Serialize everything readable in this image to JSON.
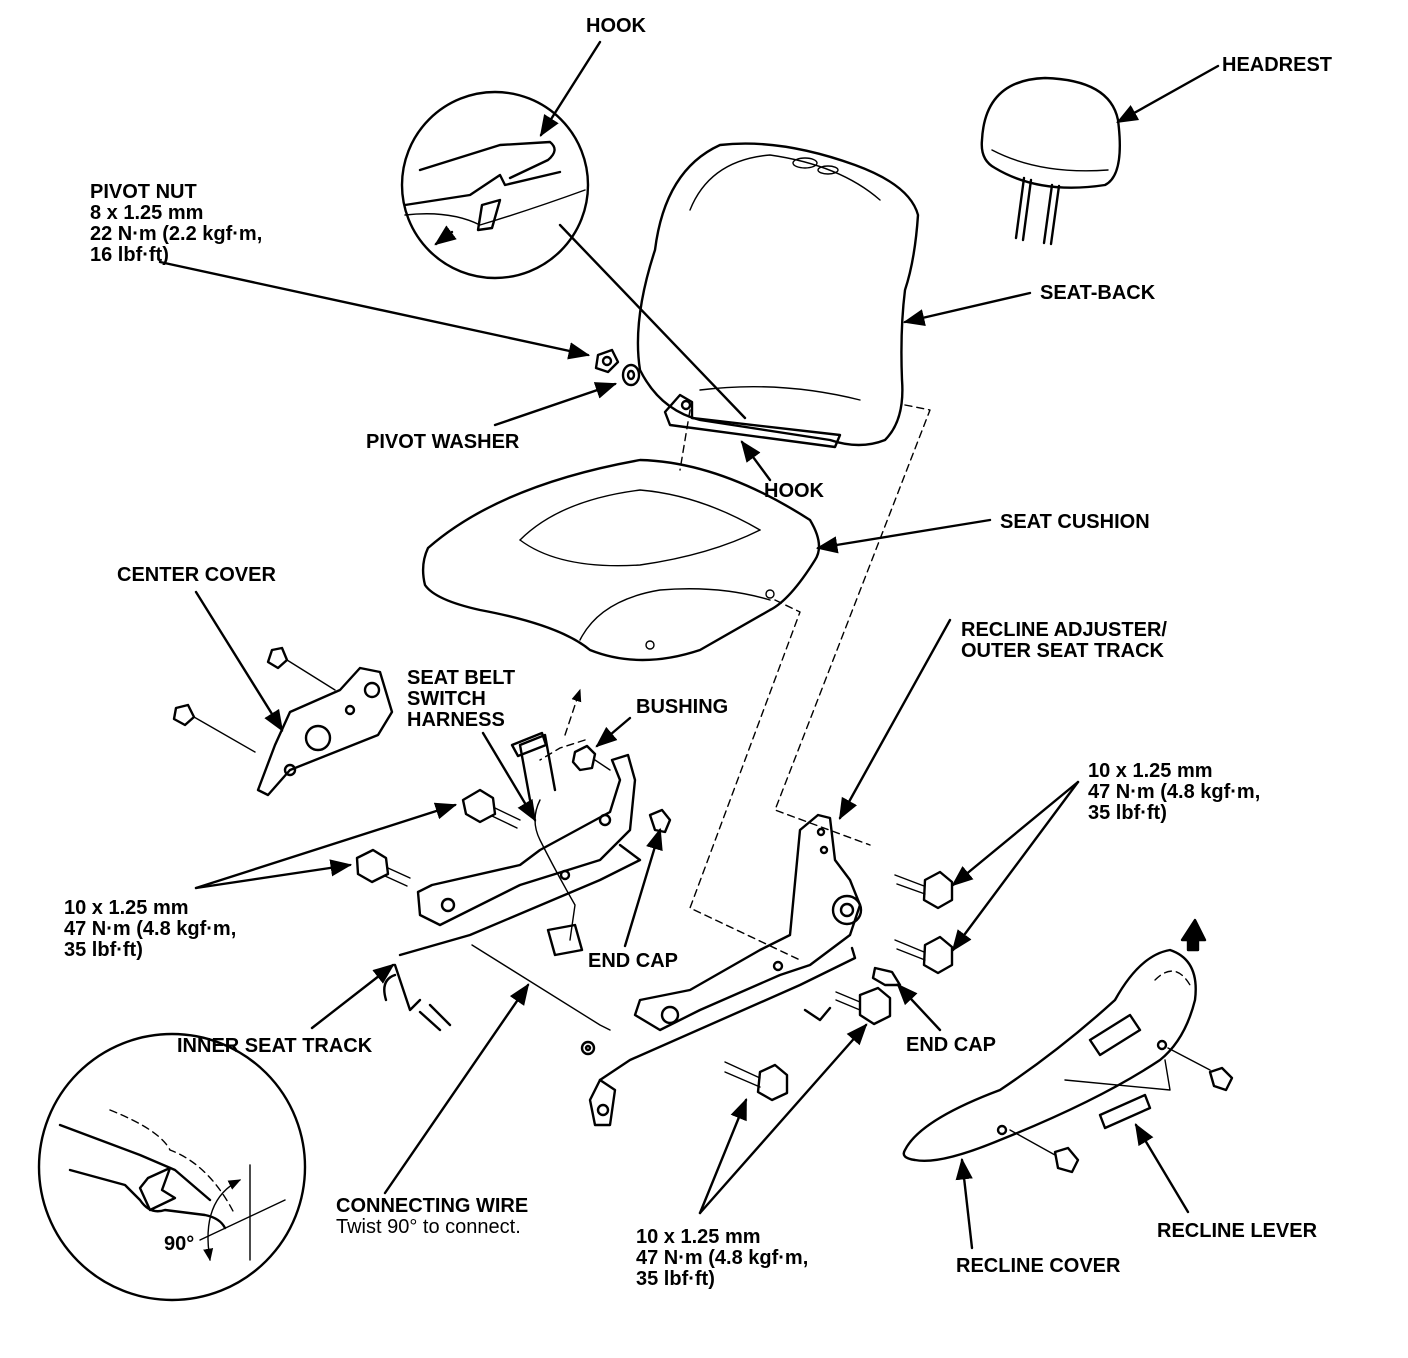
{
  "labels": {
    "hook_top": "HOOK",
    "headrest": "HEADREST",
    "pivot_nut": "PIVOT NUT\n8 x 1.25 mm\n22 N·m (2.2 kgf·m,\n16 lbf·ft)",
    "seat_back": "SEAT-BACK",
    "pivot_washer": "PIVOT WASHER",
    "hook_bottom": "HOOK",
    "seat_cushion": "SEAT CUSHION",
    "center_cover": "CENTER COVER",
    "recline_adjuster": "RECLINE ADJUSTER/\nOUTER SEAT TRACK",
    "seat_belt_switch_harness": "SEAT BELT\nSWITCH\nHARNESS",
    "bushing": "BUSHING",
    "bolt_spec_right": "10 x 1.25 mm\n47 N·m (4.8 kgf·m,\n35 lbf·ft)",
    "bolt_spec_left": "10 x 1.25 mm\n47 N·m (4.8 kgf·m,\n35 lbf·ft)",
    "end_cap_left": "END CAP",
    "end_cap_right": "END CAP",
    "inner_seat_track": "INNER SEAT TRACK",
    "connecting_wire": "CONNECTING WIRE",
    "connecting_wire_note": "Twist 90° to connect.",
    "angle_90": "90°",
    "bolt_spec_bottom": "10 x 1.25 mm\n47 N·m (4.8 kgf·m,\n35 lbf·ft)",
    "recline_lever": "RECLINE LEVER",
    "recline_cover": "RECLINE COVER"
  }
}
